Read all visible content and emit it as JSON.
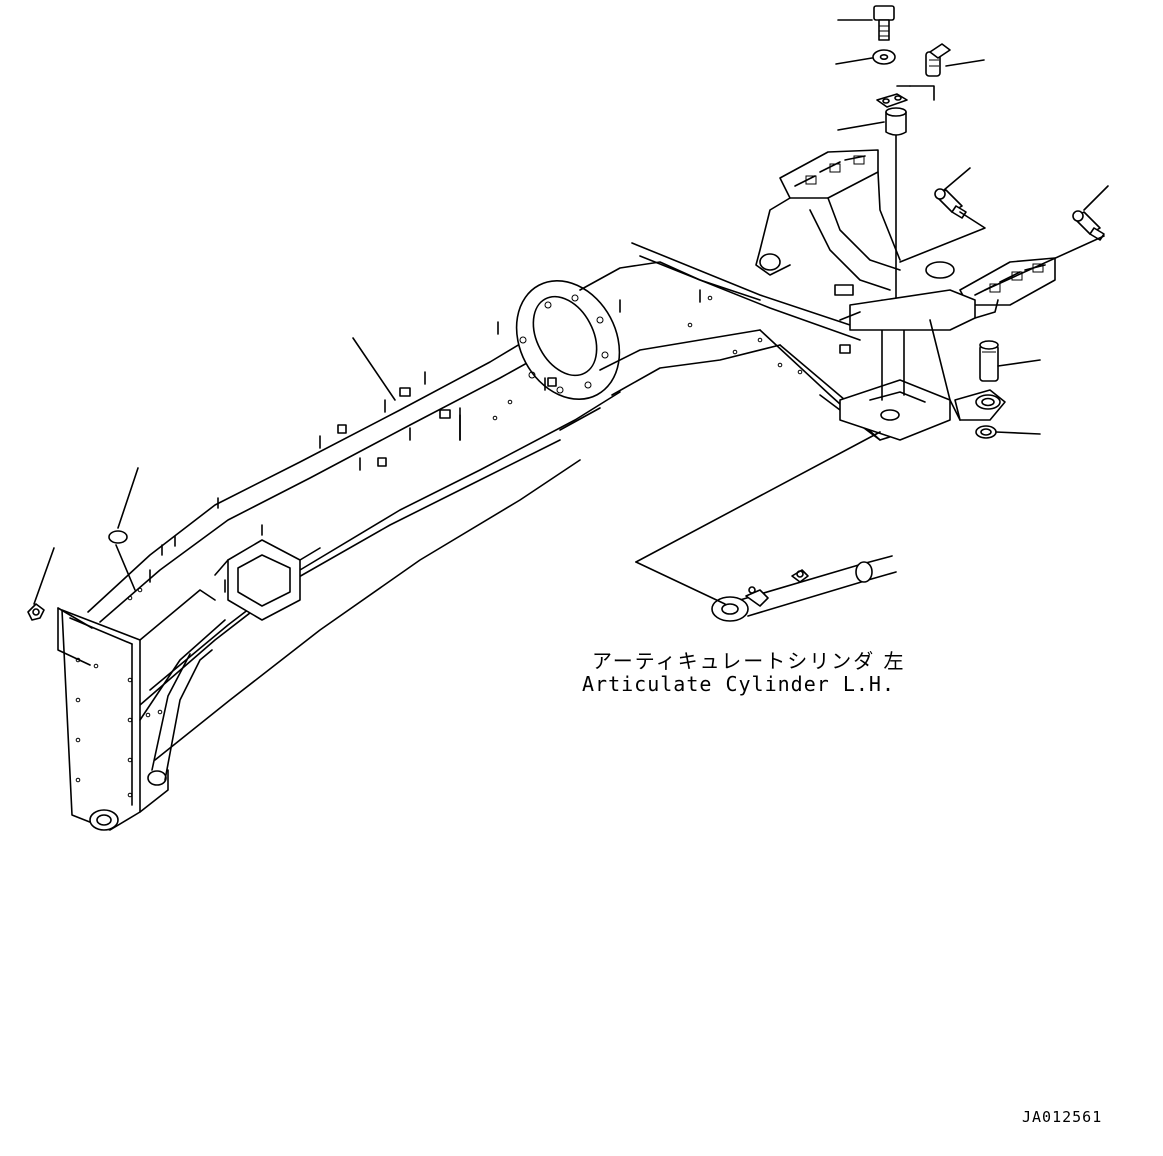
{
  "labels": {
    "cylinder_jp": "アーティキュレートシリンダ 左",
    "cylinder_en": "Articulate Cylinder L.H.",
    "drawing_number": "JA012561"
  },
  "icons": {
    "frame": "rear-frame-drawing",
    "cylinder": "articulate-cylinder-drawing",
    "bolt": "bolt-icon",
    "washer": "washer-icon",
    "grease_elbow": "elbow-grease-fitting-icon",
    "grease_nipple": "grease-nipple-icon",
    "pin": "pin-icon",
    "plate": "lock-plate-icon",
    "ring": "snap-ring-icon",
    "plug": "plug-icon"
  },
  "colors": {
    "line": "#000000",
    "background": "#ffffff"
  }
}
